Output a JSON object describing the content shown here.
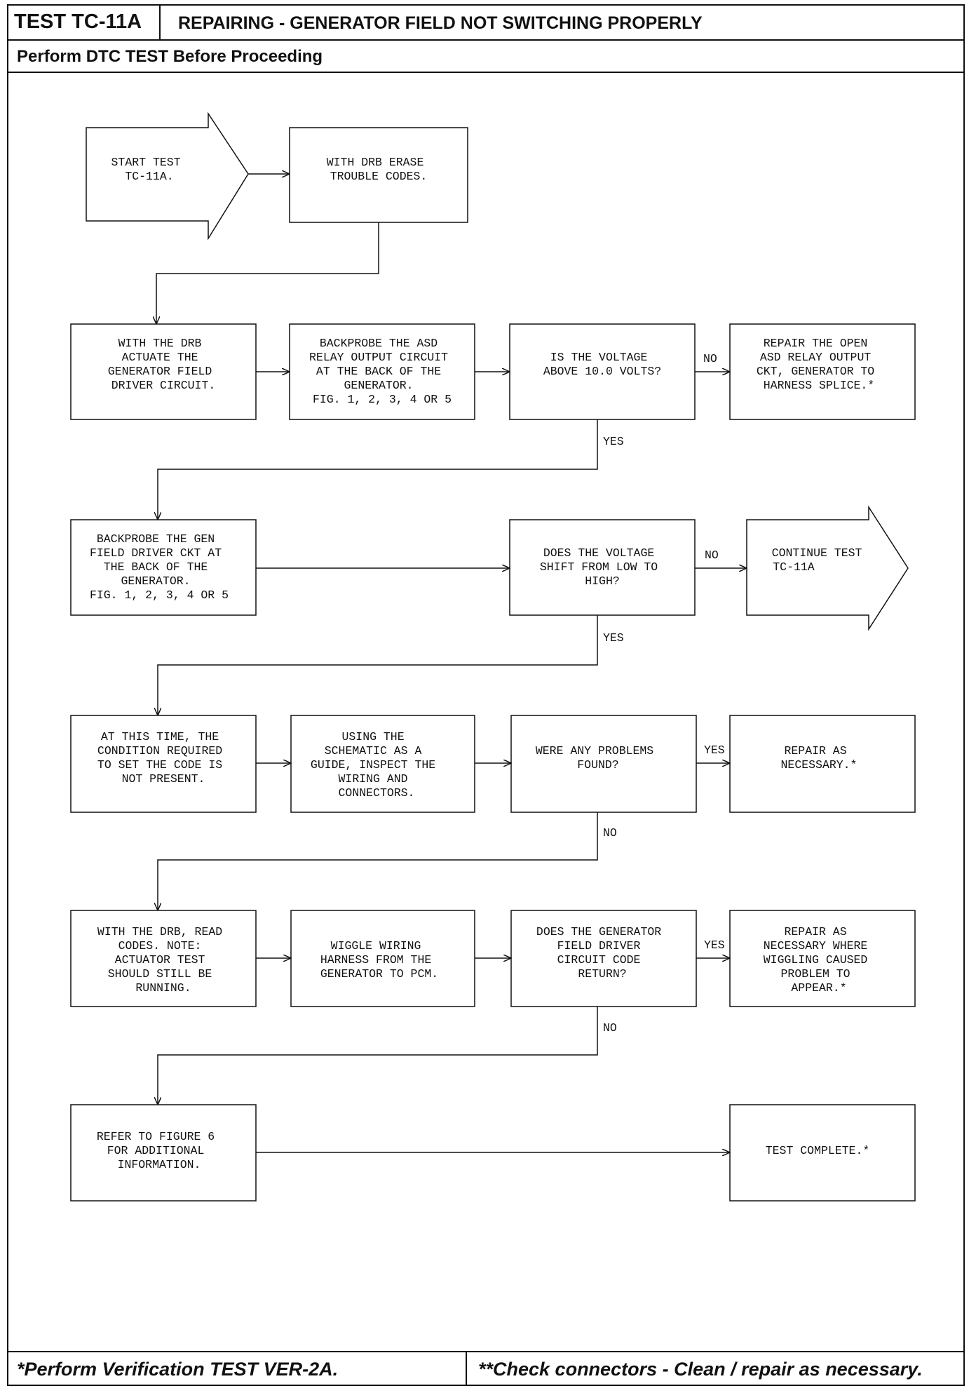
{
  "header": {
    "test_id": "TEST TC-11A",
    "title": "REPAIRING - GENERATOR FIELD NOT SWITCHING PROPERLY",
    "subtitle": "Perform DTC TEST Before Proceeding"
  },
  "footer": {
    "left": "*Perform Verification TEST VER-2A.",
    "right": "**Check connectors - Clean / repair as necessary."
  },
  "nodes": {
    "start": [
      "START TEST",
      "TC-11A."
    ],
    "erase": [
      "WITH DRB ERASE",
      "TROUBLE CODES."
    ],
    "actuate": [
      "WITH THE DRB",
      "ACTUATE THE",
      "GENERATOR FIELD",
      "DRIVER CIRCUIT."
    ],
    "backprobe_asd": [
      "BACKPROBE THE ASD",
      "RELAY OUTPUT CIRCUIT",
      "AT THE BACK OF THE",
      "GENERATOR.",
      "FIG. 1, 2, 3, 4 OR 5"
    ],
    "voltage_q": [
      "IS THE VOLTAGE",
      "ABOVE 10.0 VOLTS?"
    ],
    "repair_open": [
      "REPAIR THE OPEN",
      "ASD RELAY OUTPUT",
      "CKT, GENERATOR TO",
      "HARNESS SPLICE.*"
    ],
    "backprobe_gen": [
      "BACKPROBE THE GEN",
      "FIELD DRIVER CKT AT",
      "THE BACK OF THE",
      "GENERATOR.",
      "FIG. 1, 2, 3, 4 OR 5"
    ],
    "shift_q": [
      "DOES THE VOLTAGE",
      "SHIFT FROM LOW TO",
      "HIGH?"
    ],
    "continue": [
      "CONTINUE TEST",
      "TC-11A"
    ],
    "condition": [
      "AT THIS TIME, THE",
      "CONDITION REQUIRED",
      "TO SET THE CODE IS",
      "NOT PRESENT."
    ],
    "schematic": [
      "USING THE",
      "SCHEMATIC AS A",
      "GUIDE, INSPECT THE",
      "WIRING AND",
      "CONNECTORS."
    ],
    "problems_q": [
      "WERE ANY PROBLEMS",
      "FOUND?"
    ],
    "repair_nec": [
      "REPAIR AS",
      "NECESSARY.*"
    ],
    "read_codes": [
      "WITH THE DRB, READ",
      "CODES. NOTE:",
      "ACTUATOR TEST",
      "SHOULD STILL BE",
      "RUNNING."
    ],
    "wiggle": [
      "WIGGLE WIRING",
      "HARNESS FROM THE",
      "GENERATOR TO PCM."
    ],
    "code_q": [
      "DOES THE GENERATOR",
      "FIELD DRIVER",
      "CIRCUIT CODE",
      "RETURN?"
    ],
    "repair_wiggle": [
      "REPAIR AS",
      "NECESSARY WHERE",
      "WIGGLING CAUSED",
      "PROBLEM TO",
      "APPEAR.*"
    ],
    "refer": [
      "REFER TO FIGURE 6",
      "FOR ADDITIONAL",
      "INFORMATION."
    ],
    "complete": [
      "TEST COMPLETE.*"
    ]
  },
  "labels": {
    "no": "NO",
    "yes": "YES"
  }
}
